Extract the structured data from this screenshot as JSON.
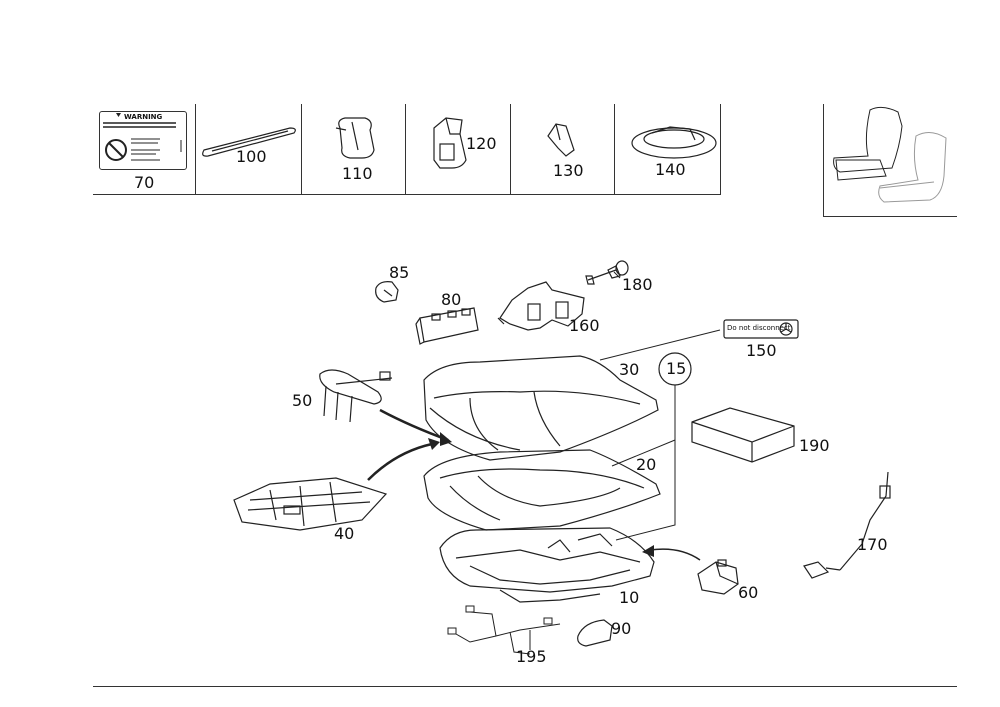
{
  "header_parts": [
    {
      "number": "70",
      "icon": "warning-label-icon",
      "warning_title": "WARNING"
    },
    {
      "number": "100",
      "icon": "cable-tie-icon"
    },
    {
      "number": "110",
      "icon": "clip-icon"
    },
    {
      "number": "120",
      "icon": "bracket-clip-icon"
    },
    {
      "number": "130",
      "icon": "angled-clip-icon"
    },
    {
      "number": "140",
      "icon": "grommet-icon"
    }
  ],
  "diagram_labels": {
    "p85": "85",
    "p80": "80",
    "p160": "160",
    "p180": "180",
    "p150": "150",
    "p15": "15",
    "p30": "30",
    "p50": "50",
    "p20": "20",
    "p190": "190",
    "p40": "40",
    "p170": "170",
    "p10": "10",
    "p60": "60",
    "p90": "90",
    "p195": "195"
  },
  "label_150_text": "Do not disconnect",
  "colors": {
    "line": "#222222",
    "frame": "#333333"
  }
}
